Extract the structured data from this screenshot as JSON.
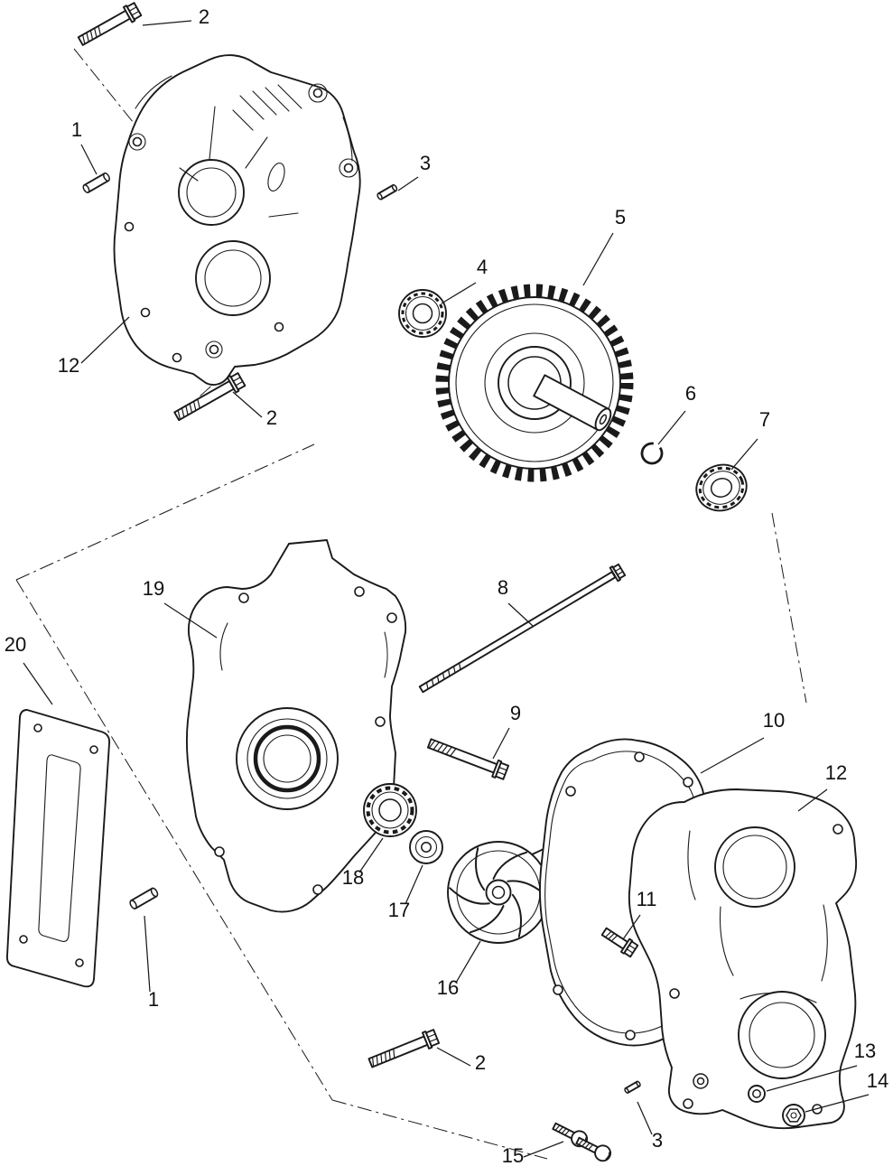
{
  "figure": {
    "kind": "exploded-parts-diagram",
    "subject": "water-pump-assembly",
    "background": "#ffffff",
    "line_color": "#1a1a1a"
  },
  "callouts": [
    {
      "label": "2",
      "ref": "flange-bolt-upper"
    },
    {
      "label": "1",
      "ref": "dowel-pin-upper"
    },
    {
      "label": "3",
      "ref": "pin-upper"
    },
    {
      "label": "4",
      "ref": "bearing-small"
    },
    {
      "label": "5",
      "ref": "drive-gear"
    },
    {
      "label": "6",
      "ref": "o-ring"
    },
    {
      "label": "7",
      "ref": "bearing-right"
    },
    {
      "label": "12",
      "ref": "inner-cover"
    },
    {
      "label": "2",
      "ref": "flange-bolt-middle"
    },
    {
      "label": "19",
      "ref": "pump-housing"
    },
    {
      "label": "8",
      "ref": "long-bolt"
    },
    {
      "label": "20",
      "ref": "flat-gasket"
    },
    {
      "label": "9",
      "ref": "flange-bolt-center"
    },
    {
      "label": "10",
      "ref": "pump-gasket"
    },
    {
      "label": "12",
      "ref": "outer-cover"
    },
    {
      "label": "18",
      "ref": "bearing-center"
    },
    {
      "label": "17",
      "ref": "seal"
    },
    {
      "label": "11",
      "ref": "bolt-small"
    },
    {
      "label": "16",
      "ref": "impeller"
    },
    {
      "label": "1",
      "ref": "dowel-pin-lower"
    },
    {
      "label": "2",
      "ref": "flange-bolt-lower"
    },
    {
      "label": "13",
      "ref": "washer"
    },
    {
      "label": "14",
      "ref": "hex-screw"
    },
    {
      "label": "3",
      "ref": "pin-lower"
    },
    {
      "label": "15",
      "ref": "round-head-screws"
    }
  ]
}
